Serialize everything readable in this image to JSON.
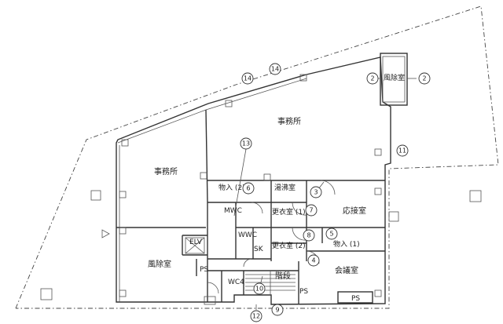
{
  "rooms": {
    "office_large": "事務所",
    "office_left": "事務所",
    "windbreak_top": "風除室",
    "windbreak_left": "風除室",
    "storage_2": "物入 (2)",
    "kitchenette": "湯沸室",
    "changing_1": "更衣室 (1)",
    "changing_2": "更衣室 (2)",
    "reception": "応接室",
    "storage_1": "物入 (1)",
    "meeting": "会議室",
    "stairs": "階段",
    "mwc": "MWC",
    "wwc": "WWC",
    "elv": "ELV",
    "wc4": "WC4",
    "sk": "SK",
    "ps_left": "PS",
    "ps_mid": "PS",
    "ps_right": "PS"
  },
  "markers": {
    "m2a": "2",
    "m2b": "2",
    "m14a": "14",
    "m14b": "14",
    "m11": "11",
    "m13": "13",
    "m6": "6",
    "m3": "3",
    "m7": "7",
    "m8": "8",
    "m5": "5",
    "m4": "4",
    "m10": "10",
    "m9": "9",
    "m12": "12"
  }
}
